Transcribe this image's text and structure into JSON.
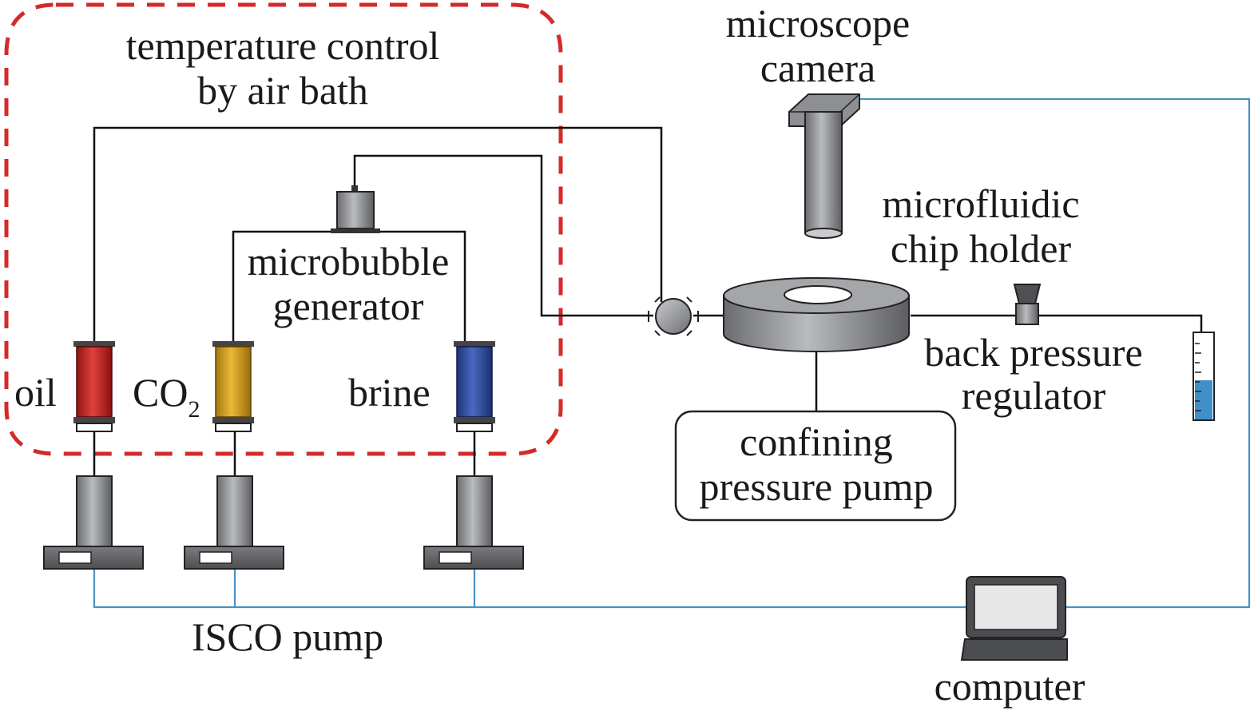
{
  "labels": {
    "temperature_line1": "temperature control",
    "temperature_line2": "by air bath",
    "microscope_line1": "microscope",
    "microscope_line2": "camera",
    "chip_line1": "microfluidic",
    "chip_line2": "chip holder",
    "generator_line1": "microbubble",
    "generator_line2": "generator",
    "oil": "oil",
    "co2_main": "CO",
    "co2_sub": "2",
    "brine": "brine",
    "bpr_line1": "back pressure",
    "bpr_line2": "regulator",
    "confining_line1": "confining",
    "confining_line2": "pressure pump",
    "isco": "ISCO pump",
    "computer": "computer"
  },
  "colors": {
    "oil_fluid": "#d42a2a",
    "co2_fluid": "#d9a623",
    "brine_fluid": "#2f4fa3",
    "air_bath_border": "#d42a2a",
    "signal_line": "#4a90c2",
    "collector_liquid": "#3f8fc8",
    "device_gray": "#8a8c90"
  }
}
